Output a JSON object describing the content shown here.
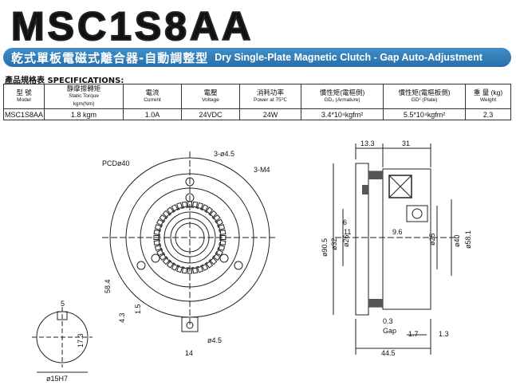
{
  "title": "MSC1S8AA",
  "banner": {
    "cn": "乾式單板電磁式離合器-自動調整型",
    "en": "Dry Single-Plate Magnetic Clutch - Gap Auto-Adjustment"
  },
  "spec_heading": {
    "cn": "產品規格表",
    "en": "SPECIFICATIONS:"
  },
  "table": {
    "headers": [
      {
        "cn": "型 號",
        "en": "Model"
      },
      {
        "cn": "靜摩擦轉矩",
        "en": "Static Torque",
        "unit": "kgm(Nm)"
      },
      {
        "cn": "電流",
        "en": "Current"
      },
      {
        "cn": "電壓",
        "en": "Voltage"
      },
      {
        "cn": "消耗功率",
        "en": "Power at 75℃"
      },
      {
        "cn": "慣性矩(電樞側)",
        "en": "GD₂ (Armature)"
      },
      {
        "cn": "慣性矩(電樞板側)",
        "en": "GD² (Plate)"
      },
      {
        "cn": "重 量 (kg)",
        "en": "Weight"
      }
    ],
    "row": [
      "MSC1S8AA",
      "1.8 kgm",
      "1.0A",
      "24VDC",
      "24W",
      "3.4*10⁴kgfm²",
      "5.5*10⁴kgfm²",
      "2.3"
    ]
  },
  "dims": {
    "pcd": "PCDø40",
    "holes": "3-ø4.5",
    "tap": "3-M4",
    "d584": "58.4",
    "d43": "4.3",
    "d15": "1.5",
    "d14": "14",
    "d45": "ø4.5",
    "k5": "5",
    "k173": "17.3",
    "kbore": "ø15H7",
    "t133": "13.3",
    "t31": "31",
    "t6": "6",
    "t11": "11",
    "t96": "9.6",
    "t905": "ø90.5",
    "t32": "ø32",
    "t26": "ø26",
    "t25": "ø25",
    "t40": "ø40",
    "t581": "ø58.1",
    "t03": "0.3",
    "tgap": "Gap",
    "t17": "1.7",
    "t13": "1.3",
    "t445": "44.5"
  }
}
